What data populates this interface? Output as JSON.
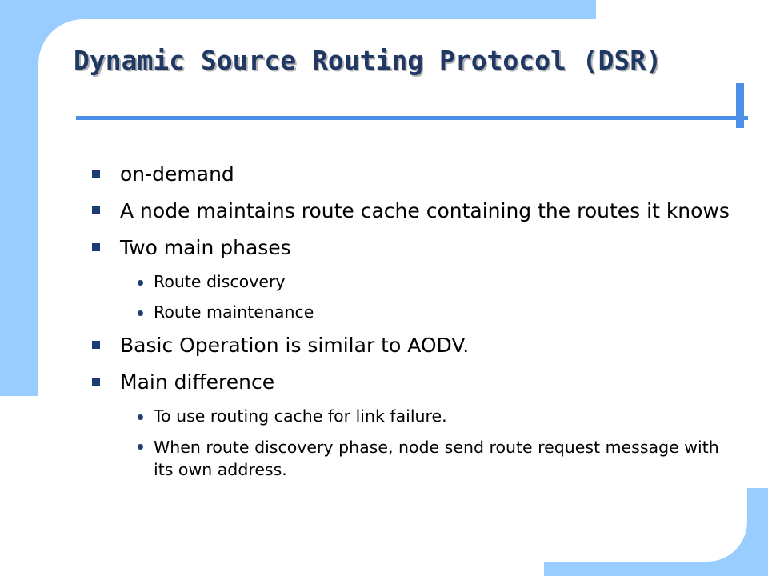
{
  "slide": {
    "title": "Dynamic Source Routing Protocol (DSR)",
    "bullets": [
      {
        "level": 1,
        "text": "on-demand"
      },
      {
        "level": 1,
        "text": "A node maintains route cache containing the routes it knows"
      },
      {
        "level": 1,
        "text": "Two main phases"
      },
      {
        "level": 2,
        "text": "Route discovery"
      },
      {
        "level": 2,
        "text": "Route maintenance"
      },
      {
        "level": 1,
        "text": "Basic Operation is similar to AODV."
      },
      {
        "level": 1,
        "text": "Main difference"
      },
      {
        "level": 2,
        "text": "To use routing cache for link failure."
      },
      {
        "level": 2,
        "text": "When route discovery phase, node send route request message with its own address."
      }
    ]
  },
  "theme": {
    "accent": "#4d8fe6",
    "frame": "#99ccff",
    "title_color": "#1f3864",
    "bullet_color": "#1a3d73"
  }
}
